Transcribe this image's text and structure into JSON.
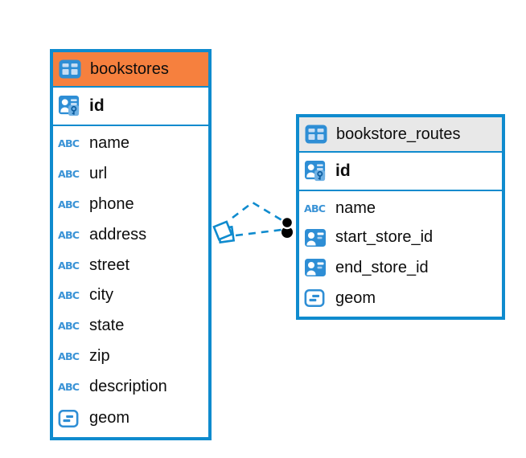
{
  "diagram": {
    "kind": "entity-relationship-diagram",
    "colors": {
      "accent_blue": "#0f8bce",
      "icon_blue": "#2e8ed5",
      "header_orange": "#f6803e",
      "header_gray": "#e8e8e8",
      "text": "#0d0d0d",
      "relation_dot": "#000000"
    },
    "tables": [
      {
        "name": "bookstores",
        "header_style": "orange",
        "pk": {
          "name": "id",
          "icon": "primary-key-icon"
        },
        "columns": [
          {
            "name": "name",
            "icon": "text-column-icon"
          },
          {
            "name": "url",
            "icon": "text-column-icon"
          },
          {
            "name": "phone",
            "icon": "text-column-icon"
          },
          {
            "name": "address",
            "icon": "text-column-icon"
          },
          {
            "name": "street",
            "icon": "text-column-icon"
          },
          {
            "name": "city",
            "icon": "text-column-icon"
          },
          {
            "name": "state",
            "icon": "text-column-icon"
          },
          {
            "name": "zip",
            "icon": "text-column-icon"
          },
          {
            "name": "description",
            "icon": "text-column-icon"
          },
          {
            "name": "geom",
            "icon": "geometry-column-icon"
          }
        ]
      },
      {
        "name": "bookstore_routes",
        "header_style": "gray",
        "pk": {
          "name": "id",
          "icon": "primary-key-icon"
        },
        "columns": [
          {
            "name": "name",
            "icon": "text-column-icon"
          },
          {
            "name": "start_store_id",
            "icon": "foreign-key-column-icon"
          },
          {
            "name": "end_store_id",
            "icon": "foreign-key-column-icon"
          },
          {
            "name": "geom",
            "icon": "geometry-column-icon"
          }
        ]
      }
    ],
    "relation": {
      "from_table": "bookstores",
      "to_table": "bookstore_routes",
      "line_style": "dashed",
      "line_color": "#0f8bce",
      "from_marker": "diamond-stack",
      "to_marker": "double-black-dot"
    }
  }
}
